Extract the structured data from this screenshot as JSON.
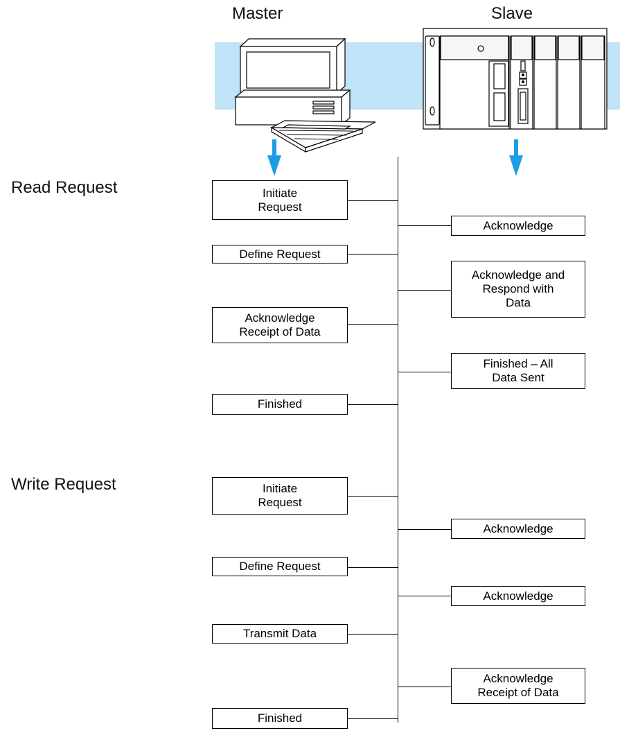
{
  "headers": {
    "master": "Master",
    "slave": "Slave"
  },
  "sections": {
    "read": "Read Request",
    "write": "Write Request"
  },
  "colors": {
    "band": "#bfe3f7",
    "arrow": "#1f9ce8",
    "line": "#000000"
  },
  "icons": {
    "master": "computer-icon",
    "slave": "plc-rack-icon"
  },
  "read": {
    "master_steps": [
      "Initiate\nRequest",
      "Define Request",
      "Acknowledge\nReceipt of Data",
      "Finished"
    ],
    "slave_steps": [
      "Acknowledge",
      "Acknowledge and\nRespond with\nData",
      "Finished – All\nData Sent"
    ]
  },
  "write": {
    "master_steps": [
      "Initiate\nRequest",
      "Define Request",
      "Transmit Data",
      "Finished"
    ],
    "slave_steps": [
      "Acknowledge",
      "Acknowledge",
      "Acknowledge\nReceipt of Data"
    ]
  }
}
